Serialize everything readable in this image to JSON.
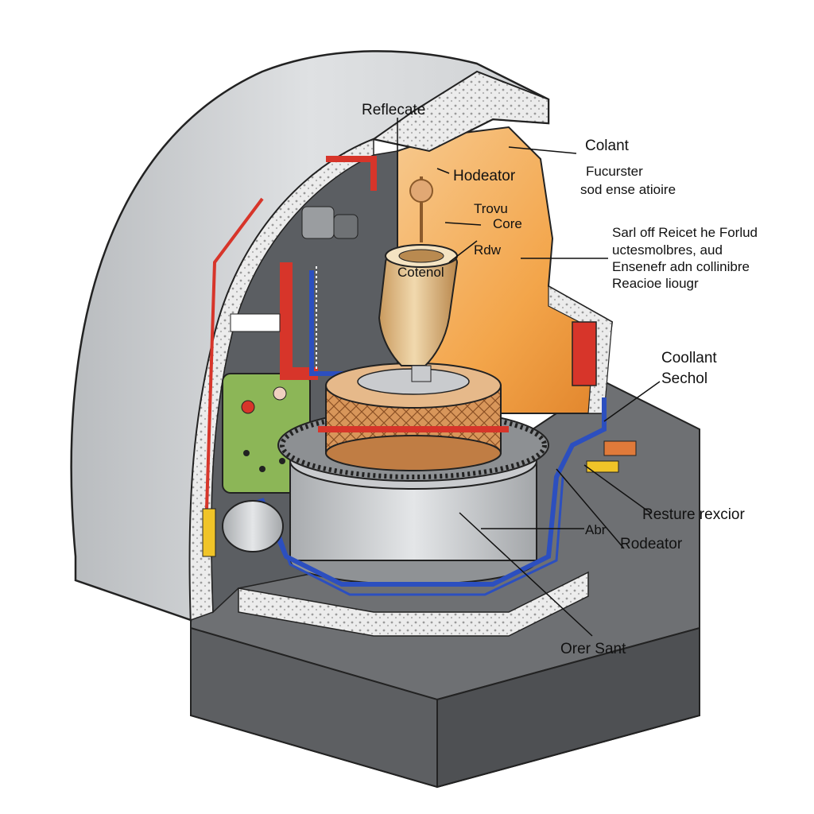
{
  "labels": {
    "reflecate": "Reflecate",
    "colant": "Colant",
    "fucurster": "Fucurster",
    "sod_ense": "sod ense atioire",
    "hodeator_top": "Hodeator",
    "trovu": "Trovu",
    "core": "Core",
    "rdw": "Rdw",
    "cotenol": "Cotenol",
    "block_line1": "Sarl off Reicet he Forlud",
    "block_line2": "uctesmolbres, aud",
    "block_line3": "Ensenefr adn collinibre",
    "block_line4": "Reacioe liougr",
    "coollant": "Coollant",
    "sechol": "Sechol",
    "resture_rexcior": "Resture rexcior",
    "abr": "Abr",
    "rodeator": "Rodeator",
    "orer_sant": "Orer Sant"
  },
  "colors": {
    "dome_shell": "#d7d9db",
    "dome_shadow": "#9ea1a4",
    "insulation": "#e9e9e9",
    "interior_orange": "#f3a54a",
    "interior_orange_light": "#f7c98e",
    "base_block": "#6e7073",
    "base_block_top": "#9b9ea1",
    "coolant_pipe_blue": "#2c4fbf",
    "hot_pipe_red": "#d7352a",
    "core_copper": "#d8965a",
    "vessel_gold": "#d8b27a",
    "panel_green": "#8cb657",
    "steel": "#c9cbce"
  }
}
